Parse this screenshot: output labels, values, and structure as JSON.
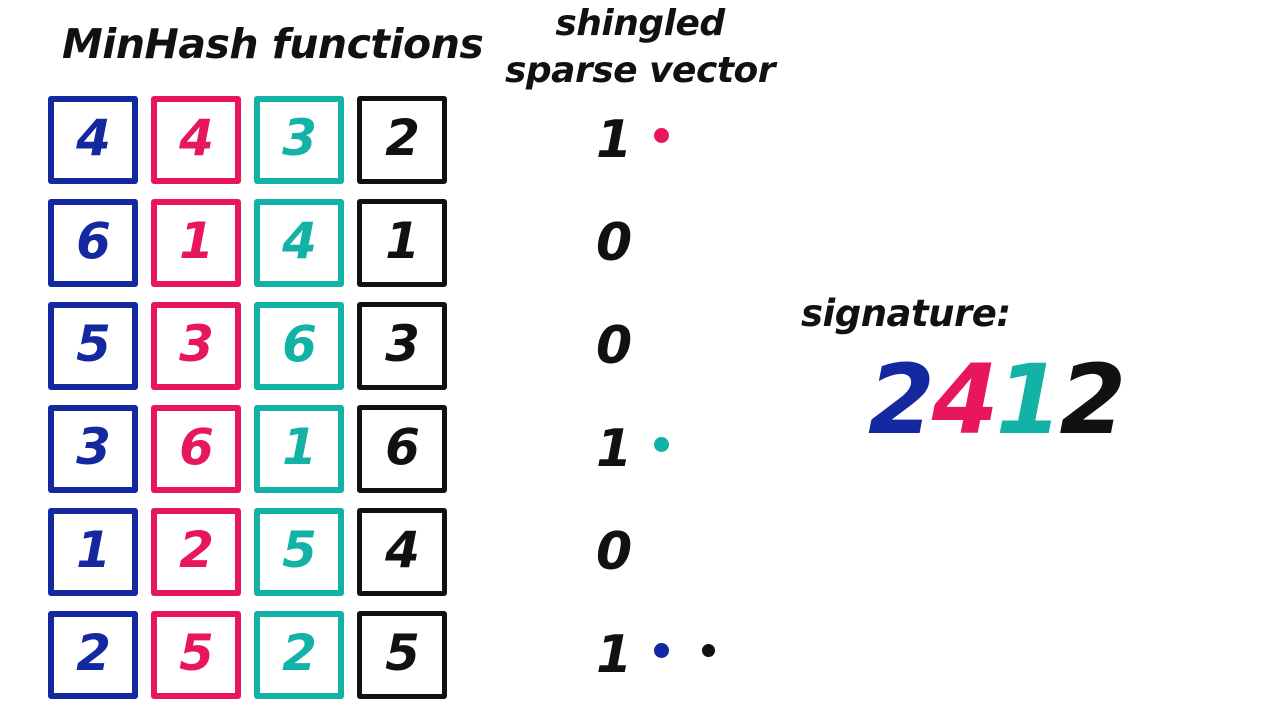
{
  "palette": {
    "blue": "#1428A0",
    "pink": "#E8175D",
    "teal": "#12B2A6",
    "black": "#111111",
    "background": "#FFFFFF"
  },
  "headings": {
    "minhash_title": "MinHash functions",
    "sparse_title": "shingled sparse vector",
    "signature_label": "signature:"
  },
  "minhash_grid": {
    "columns": [
      {
        "name": "hash-function-1",
        "color": "#1428A0"
      },
      {
        "name": "hash-function-2",
        "color": "#E8175D"
      },
      {
        "name": "hash-function-3",
        "color": "#12B2A6"
      },
      {
        "name": "hash-function-4",
        "color": "#111111"
      }
    ],
    "rows": [
      [
        "4",
        "4",
        "3",
        "2"
      ],
      [
        "6",
        "1",
        "4",
        "1"
      ],
      [
        "5",
        "3",
        "6",
        "3"
      ],
      [
        "3",
        "6",
        "1",
        "6"
      ],
      [
        "1",
        "2",
        "5",
        "4"
      ],
      [
        "2",
        "5",
        "2",
        "5"
      ]
    ]
  },
  "sparse_vector": {
    "bits": [
      "1",
      "0",
      "0",
      "1",
      "0",
      "1"
    ],
    "markers": [
      [
        {
          "color": "#E8175D",
          "size": 15
        }
      ],
      [],
      [],
      [
        {
          "color": "#12B2A6",
          "size": 15
        }
      ],
      [],
      [
        {
          "color": "#1428A0",
          "size": 15
        },
        {
          "color": "#111111",
          "size": 13
        }
      ]
    ]
  },
  "signature": {
    "digits": [
      {
        "value": "2",
        "color": "#1428A0"
      },
      {
        "value": "4",
        "color": "#E8175D"
      },
      {
        "value": "1",
        "color": "#12B2A6"
      },
      {
        "value": "2",
        "color": "#111111"
      }
    ]
  }
}
